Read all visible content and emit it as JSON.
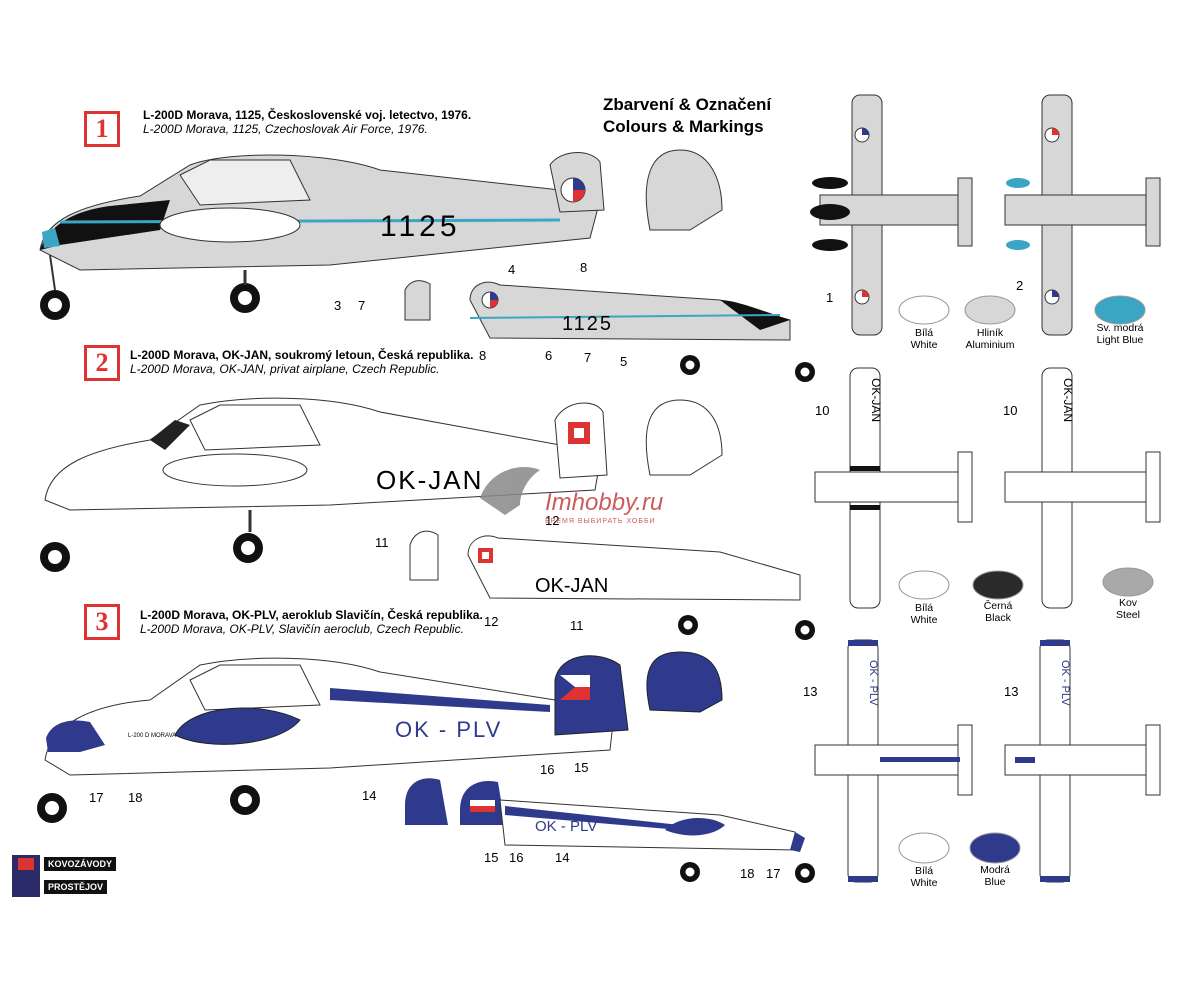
{
  "header": {
    "title_cz": "Zbarvení & Označení",
    "title_en": "Colours & Markings"
  },
  "schemes": [
    {
      "number": "1",
      "caption_cz": "L-200D Morava, 1125, Československé voj. letectvo, 1976.",
      "caption_en": "L-200D Morava, 1125, Czechoslovak Air Force, 1976.",
      "registration": "1125",
      "callouts_large": [
        "3",
        "7",
        "4",
        "8"
      ],
      "callouts_small": [
        "8",
        "6",
        "7",
        "5"
      ],
      "top_callouts": [
        "1",
        "2"
      ],
      "swatches": [
        {
          "cz": "Bílá",
          "en": "White",
          "color": "#ffffff"
        },
        {
          "cz": "Hliník",
          "en": "Aluminium",
          "color": "#d7d7d7"
        },
        {
          "cz": "Sv. modrá",
          "en": "Light Blue",
          "color": "#3aa6c3"
        }
      ]
    },
    {
      "number": "2",
      "caption_cz": "L-200D Morava, OK-JAN, soukromý letoun, Česká republika.",
      "caption_en": "L-200D Morava, OK-JAN, privat airplane, Czech Republic.",
      "registration": "OK-JAN",
      "callouts_large": [
        "11",
        "12"
      ],
      "callouts_small": [
        "12",
        "11"
      ],
      "top_callouts": [
        "10",
        "10"
      ],
      "top_reg": "OK-JAN",
      "swatches": [
        {
          "cz": "Bílá",
          "en": "White",
          "color": "#ffffff"
        },
        {
          "cz": "Černá",
          "en": "Black",
          "color": "#2a2a2a"
        },
        {
          "cz": "Kov",
          "en": "Steel",
          "color": "#a9a9a9"
        }
      ]
    },
    {
      "number": "3",
      "caption_cz": "L-200D Morava, OK-PLV, aeroklub Slavičín, Česká republika.",
      "caption_en": "L-200D Morava, OK-PLV, Slavičín aeroclub, Czech Republic.",
      "registration": "OK - PLV",
      "nose_label": "L-200 D MORAVA",
      "callouts_large": [
        "17",
        "18",
        "14",
        "16",
        "15"
      ],
      "callouts_small": [
        "15",
        "16",
        "14",
        "18",
        "17"
      ],
      "top_callouts": [
        "13",
        "13"
      ],
      "top_reg": "OK - PLV",
      "swatches": [
        {
          "cz": "Bílá",
          "en": "White",
          "color": "#ffffff"
        },
        {
          "cz": "Modrá",
          "en": "Blue",
          "color": "#2f3a8c"
        }
      ]
    }
  ],
  "watermark": {
    "brand": "Imhobby.ru",
    "slogan": "ВРЕМЯ ВЫБИРАТЬ ХОББИ"
  },
  "logo": {
    "line1": "KOVOZÁVODY",
    "line2": "PROSTĚJOV"
  },
  "colors": {
    "accent_red": "#d33333",
    "light_blue": "#3aa6c3",
    "dark_blue": "#2f3a8c",
    "aluminium": "#d7d7d7"
  }
}
